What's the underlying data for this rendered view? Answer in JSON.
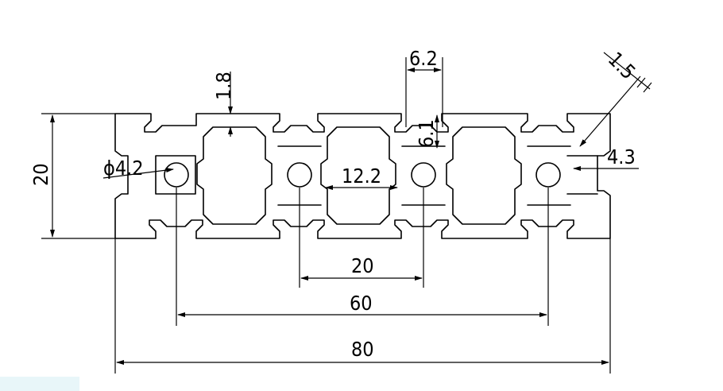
{
  "drawing": {
    "dimensions": {
      "height_20": "20",
      "slot_6_2": "6.2",
      "wall_1_8": "1.8",
      "slot_1_5": "1.5",
      "depth_6_1": "6.1",
      "hole_dia": "ϕ4.2",
      "width_12_2": "12.2",
      "edge_4_3": "4.3",
      "pitch_20": "20",
      "span_60": "60",
      "total_80": "80"
    }
  }
}
